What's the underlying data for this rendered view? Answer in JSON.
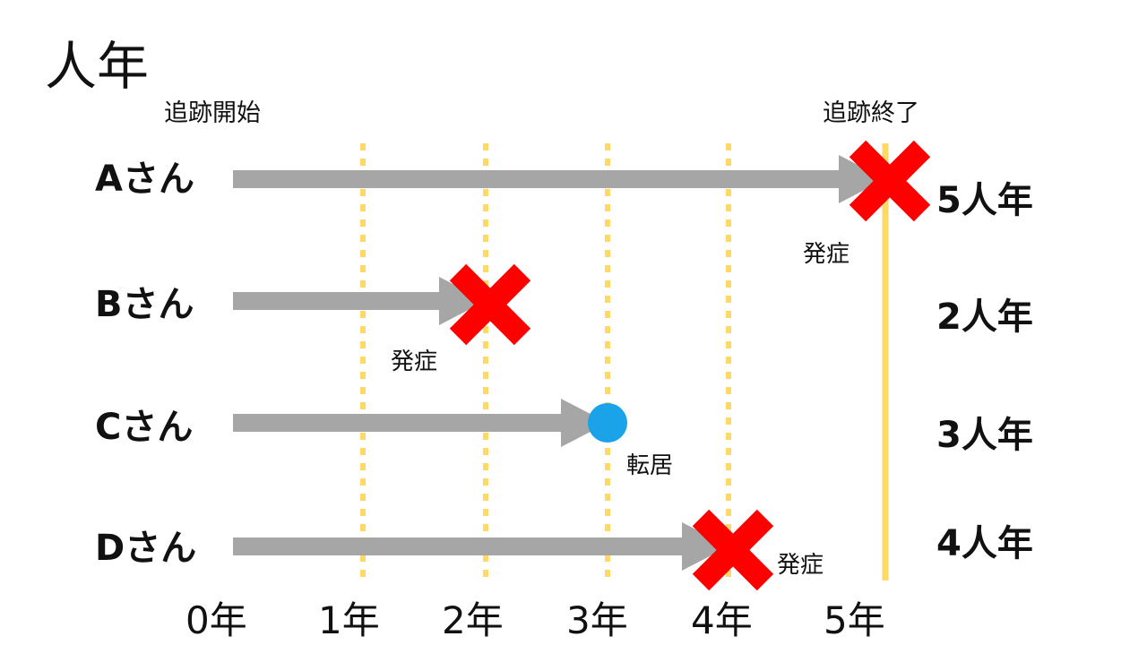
{
  "title": "人年",
  "tracking": {
    "start": "追跡開始",
    "end": "追跡終了"
  },
  "rows": [
    {
      "person": "Aさん",
      "end_year": 5,
      "event": "発症",
      "event_type": "onset",
      "total": "5人年"
    },
    {
      "person": "Bさん",
      "end_year": 2,
      "event": "発症",
      "event_type": "onset",
      "total": "2人年"
    },
    {
      "person": "Cさん",
      "end_year": 3,
      "event": "転居",
      "event_type": "moved",
      "total": "3人年"
    },
    {
      "person": "Dさん",
      "end_year": 4,
      "event": "発症",
      "event_type": "onset",
      "total": "4人年"
    }
  ],
  "years": [
    "0年",
    "1年",
    "2年",
    "3年",
    "4年",
    "5年"
  ],
  "colors": {
    "arrow": "#a6a6a6",
    "grid": "#ffd966",
    "onset_mark": "#ff0000",
    "moved_mark": "#1aa3e8"
  }
}
